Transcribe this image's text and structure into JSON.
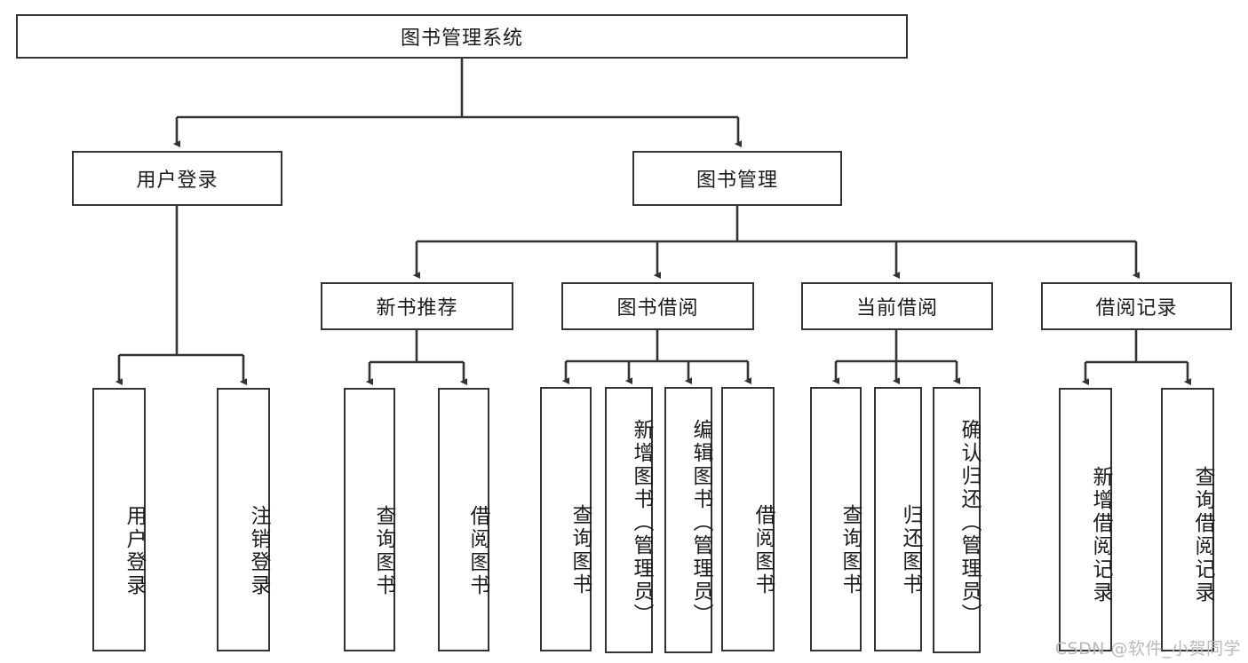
{
  "diagram": {
    "title": "图书管理系统",
    "type": "hierarchy-tree",
    "root": {
      "id": "root",
      "label": "图书管理系统"
    },
    "level2": [
      {
        "id": "user-login",
        "label": "用户登录"
      },
      {
        "id": "book-manage",
        "label": "图书管理"
      }
    ],
    "level3": [
      {
        "id": "new-book-recommend",
        "label": "新书推荐",
        "parent": "book-manage"
      },
      {
        "id": "book-borrow",
        "label": "图书借阅",
        "parent": "book-manage"
      },
      {
        "id": "current-borrow",
        "label": "当前借阅",
        "parent": "book-manage"
      },
      {
        "id": "borrow-record",
        "label": "借阅记录",
        "parent": "book-manage"
      }
    ],
    "leaves": [
      {
        "id": "leaf-user-login",
        "label": "用户登录",
        "parent": "user-login"
      },
      {
        "id": "leaf-logout-login",
        "label": "注销登录",
        "parent": "user-login"
      },
      {
        "id": "leaf-query-book-1",
        "label": "查询图书",
        "parent": "new-book-recommend"
      },
      {
        "id": "leaf-borrow-book-1",
        "label": "借阅图书",
        "parent": "new-book-recommend"
      },
      {
        "id": "leaf-query-book-2",
        "label": "查询图书",
        "parent": "book-borrow"
      },
      {
        "id": "leaf-add-book",
        "label": "新增图书（管理员）",
        "parent": "book-borrow"
      },
      {
        "id": "leaf-edit-book",
        "label": "编辑图书（管理员）",
        "parent": "book-borrow"
      },
      {
        "id": "leaf-borrow-book-2",
        "label": "借阅图书",
        "parent": "book-borrow"
      },
      {
        "id": "leaf-query-book-3",
        "label": "查询图书",
        "parent": "current-borrow"
      },
      {
        "id": "leaf-return-book",
        "label": "归还图书",
        "parent": "current-borrow"
      },
      {
        "id": "leaf-confirm-return",
        "label": "确认归还（管理员）",
        "parent": "current-borrow"
      },
      {
        "id": "leaf-add-record",
        "label": "新增借阅记录",
        "parent": "borrow-record"
      },
      {
        "id": "leaf-query-record",
        "label": "查询借阅记录",
        "parent": "borrow-record"
      }
    ],
    "watermark": "CSDN @软件_小贺同学",
    "colors": {
      "stroke": "#333333",
      "background": "#ffffff",
      "text": "#1b1b1b",
      "watermark": "#b9b9b9"
    }
  }
}
